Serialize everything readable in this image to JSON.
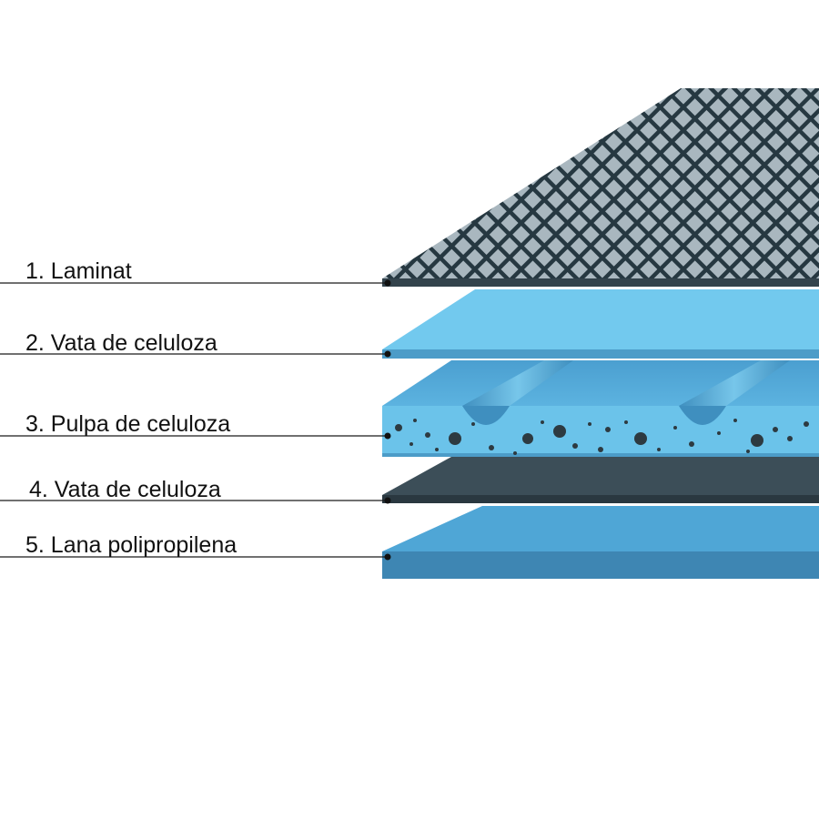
{
  "layers": [
    {
      "label": "1. Laminat",
      "material": "laminate-grid"
    },
    {
      "label": "2. Vata de celuloza",
      "material": "light-blue-sheet"
    },
    {
      "label": "3. Pulpa de celuloza",
      "material": "grooved-porous-board"
    },
    {
      "label": "4. Vata de celuloza",
      "material": "dark-sheet"
    },
    {
      "label": "5. Lana polipropilena",
      "material": "blue-base-sheet"
    }
  ],
  "colors": {
    "laminate_cell": "#a9b7bf",
    "laminate_line": "#263841",
    "laminate_edge": "#33434c",
    "light_blue_top": "#72c9ee",
    "light_blue_edge": "#4c9cc8",
    "pulp_top": "#4fa6d6",
    "pulp_front": "#6bc3ea",
    "pulp_dots": "#2d3a41",
    "dark_top": "#3c4e58",
    "dark_edge": "#2a3840",
    "base_top": "#4fa6d6",
    "base_front": "#3e86b3",
    "leader": "#1a1a1a"
  }
}
